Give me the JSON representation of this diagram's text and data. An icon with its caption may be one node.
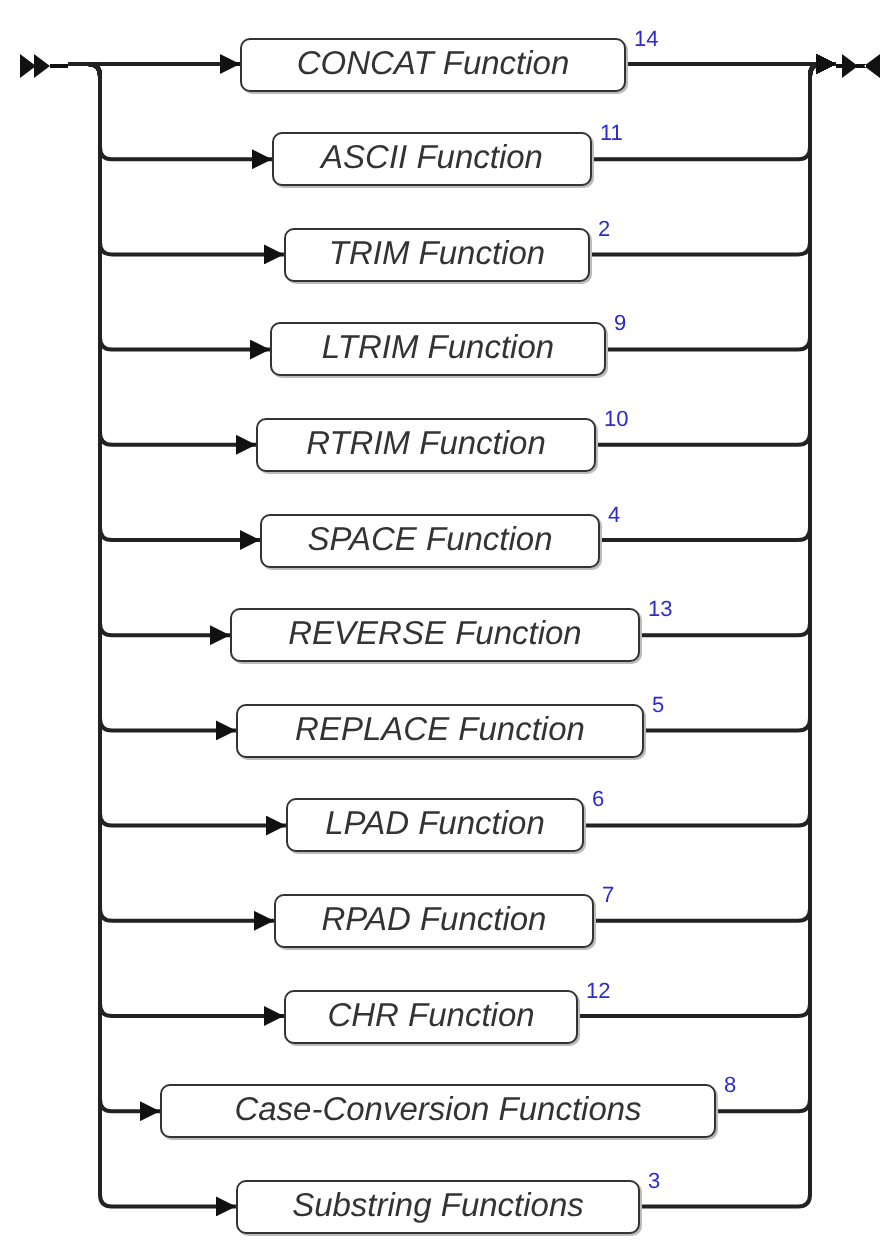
{
  "diagram": {
    "nodes": [
      {
        "text": [],
        "shape": "arrow"
      },
      {
        "text": [
          "CONCAT Function"
        ],
        "beside": [
          "14"
        ]
      },
      {
        "text": [
          "ASCII Function"
        ],
        "beside": [
          "11"
        ]
      },
      {
        "text": [
          "TRIM Function"
        ],
        "beside": [
          "2"
        ]
      },
      {
        "text": [
          "LTRIM Function"
        ],
        "beside": [
          "9"
        ]
      },
      {
        "text": [
          "RTRIM Function"
        ],
        "beside": [
          "10"
        ]
      },
      {
        "text": [
          "SPACE Function"
        ],
        "beside": [
          "4"
        ]
      },
      {
        "text": [
          "REVERSE Function"
        ],
        "beside": [
          "13"
        ]
      },
      {
        "text": [
          "REPLACE Function"
        ],
        "beside": [
          "5"
        ]
      },
      {
        "text": [
          "LPAD Function"
        ],
        "beside": [
          "6"
        ]
      },
      {
        "text": [
          "RPAD Function"
        ],
        "beside": [
          "7"
        ]
      },
      {
        "text": [
          "CHR Function"
        ],
        "beside": [
          "12"
        ]
      },
      {
        "text": [
          "Case-Conversion Functions"
        ],
        "beside": [
          "8"
        ]
      },
      {
        "text": [
          "Substring Functions"
        ],
        "beside": [
          "3"
        ]
      },
      {
        "text": [],
        "shape": "bar"
      }
    ],
    "edges": [
      {
        "from": 0,
        "to": 1,
        "arrow": "to"
      },
      {
        "from": 0,
        "to": 2,
        "arrow": "to"
      },
      {
        "from": 0,
        "to": 3,
        "arrow": "to"
      },
      {
        "from": 0,
        "to": 4,
        "arrow": "to"
      },
      {
        "from": 0,
        "to": 5,
        "arrow": "to"
      },
      {
        "from": 0,
        "to": 6,
        "arrow": "to"
      },
      {
        "from": 0,
        "to": 7,
        "arrow": "to"
      },
      {
        "from": 0,
        "to": 8,
        "arrow": "to"
      },
      {
        "from": 0,
        "to": 9,
        "arrow": "to"
      },
      {
        "from": 0,
        "to": 10,
        "arrow": "to"
      },
      {
        "from": 0,
        "to": 11,
        "arrow": "to"
      },
      {
        "from": 0,
        "to": 12,
        "arrow": "to"
      },
      {
        "from": 0,
        "to": 13,
        "arrow": "to"
      },
      {
        "from": 1,
        "to": 14,
        "arrow": "to"
      },
      {
        "from": 2,
        "to": 14,
        "arrow": "to"
      },
      {
        "from": 3,
        "to": 14,
        "arrow": "to"
      },
      {
        "from": 4,
        "to": 14,
        "arrow": "to"
      },
      {
        "from": 5,
        "to": 14,
        "arrow": "to"
      },
      {
        "from": 6,
        "to": 14,
        "arrow": "to"
      },
      {
        "from": 7,
        "to": 14,
        "arrow": "to"
      },
      {
        "from": 8,
        "to": 14,
        "arrow": "to"
      },
      {
        "from": 9,
        "to": 14,
        "arrow": "to"
      },
      {
        "from": 10,
        "to": 14,
        "arrow": "to"
      },
      {
        "from": 11,
        "to": 14,
        "arrow": "to"
      },
      {
        "from": 12,
        "to": 14,
        "arrow": "to"
      },
      {
        "from": 13,
        "to": 14,
        "arrow": "to"
      }
    ]
  }
}
